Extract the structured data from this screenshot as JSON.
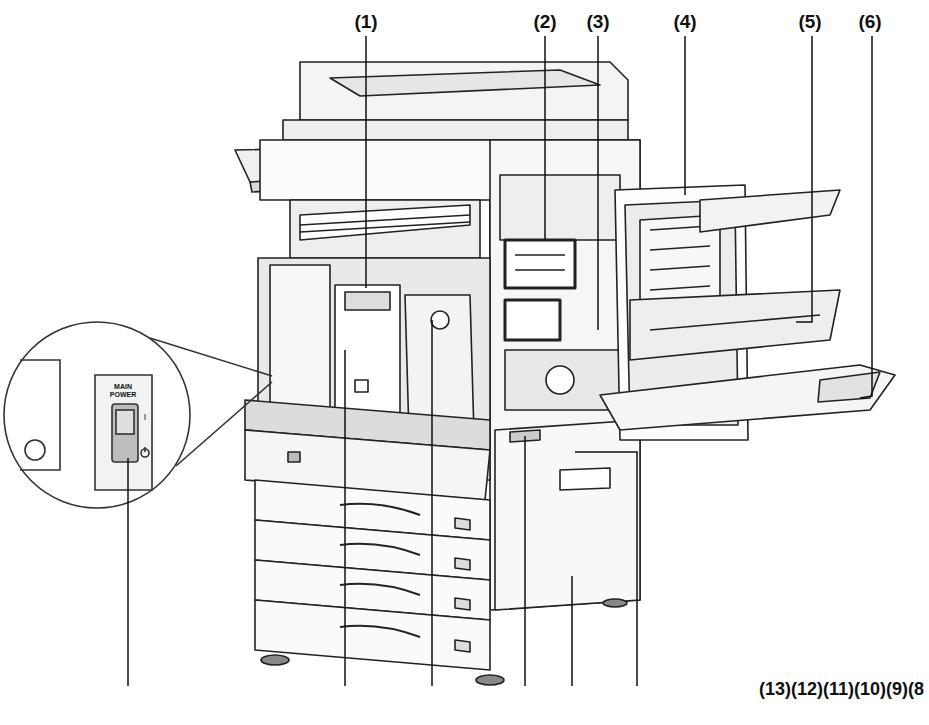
{
  "diagram": {
    "labels": [
      "(1)",
      "(2)",
      "(3)",
      "(4)",
      "(5)",
      "(6)",
      "MAIN POWER",
      "I",
      "(13)",
      "(12)",
      "(11)",
      "(10)",
      "(9)",
      "(8"
    ]
  }
}
